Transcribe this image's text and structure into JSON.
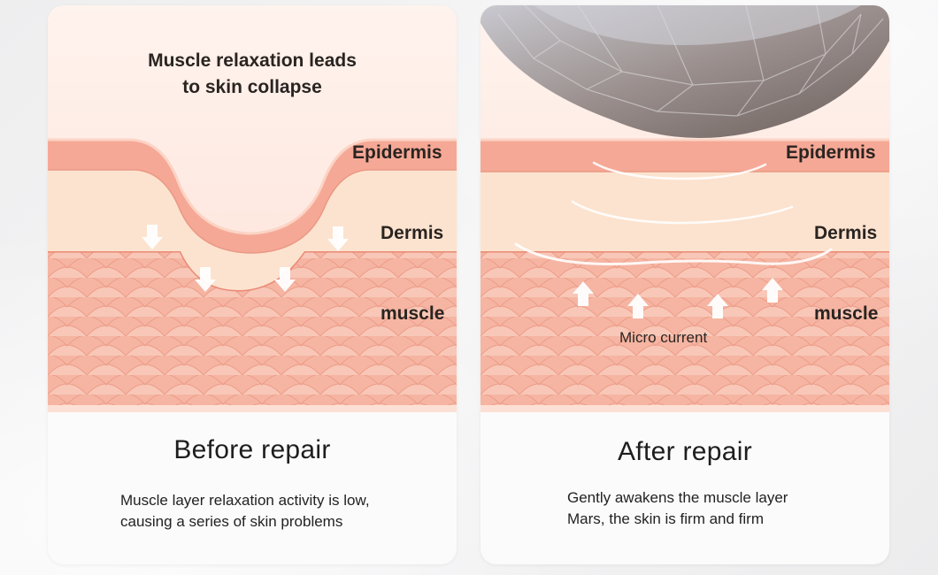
{
  "before": {
    "intro_line1": "Muscle relaxation leads",
    "intro_line2": "to skin collapse",
    "label_epidermis": "Epidermis",
    "label_dermis": "Dermis",
    "label_muscle": "muscle",
    "title": "Before repair",
    "desc_line1": "Muscle layer relaxation activity is low,",
    "desc_line2": "causing a series of skin problems"
  },
  "after": {
    "label_epidermis": "Epidermis",
    "label_dermis": "Dermis",
    "label_muscle": "muscle",
    "micro_current": "Micro current",
    "title": "After repair",
    "desc_line1": "Gently awakens the muscle layer",
    "desc_line2": "Mars, the skin is firm and firm"
  },
  "colors": {
    "epidermis": "#f4a896",
    "dermis": "#fbe1cc",
    "muscle": "#f2a48f",
    "background_top": "#fde7dd"
  },
  "icons": {
    "down_arrow": "down-arrow-icon",
    "up_arrow": "up-arrow-icon",
    "device_head": "beauty-device-head"
  }
}
